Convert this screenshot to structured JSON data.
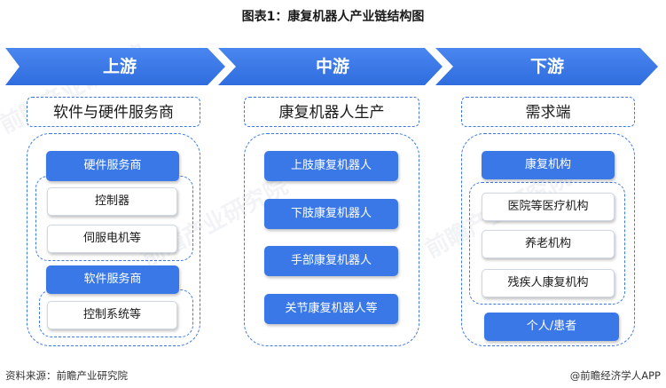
{
  "title": "图表1：康复机器人产业链结构图",
  "stages": [
    {
      "label": "上游"
    },
    {
      "label": "中游"
    },
    {
      "label": "下游"
    }
  ],
  "upstream": {
    "category": "软件与硬件服务商",
    "hardware_header": "硬件服务商",
    "hardware_items": [
      "控制器",
      "伺服电机等"
    ],
    "software_header": "软件服务商",
    "software_items": [
      "控制系统等"
    ]
  },
  "midstream": {
    "category": "康复机器人生产",
    "items": [
      "上肢康复机器人",
      "下肢康复机器人",
      "手部康复机器人",
      "关节康复机器人等"
    ]
  },
  "downstream": {
    "category": "需求端",
    "institution_header": "康复机构",
    "institution_items": [
      "医院等医疗机构",
      "养老机构",
      "残疾人康复机构"
    ],
    "individual": "个人/患者"
  },
  "footer": {
    "source": "资料来源：前瞻产业研究院",
    "brand": "@前瞻经济学人APP"
  },
  "watermark": "前瞻产业研究院",
  "colors": {
    "accent": "#3a78e8",
    "text": "#1a1a1a"
  }
}
